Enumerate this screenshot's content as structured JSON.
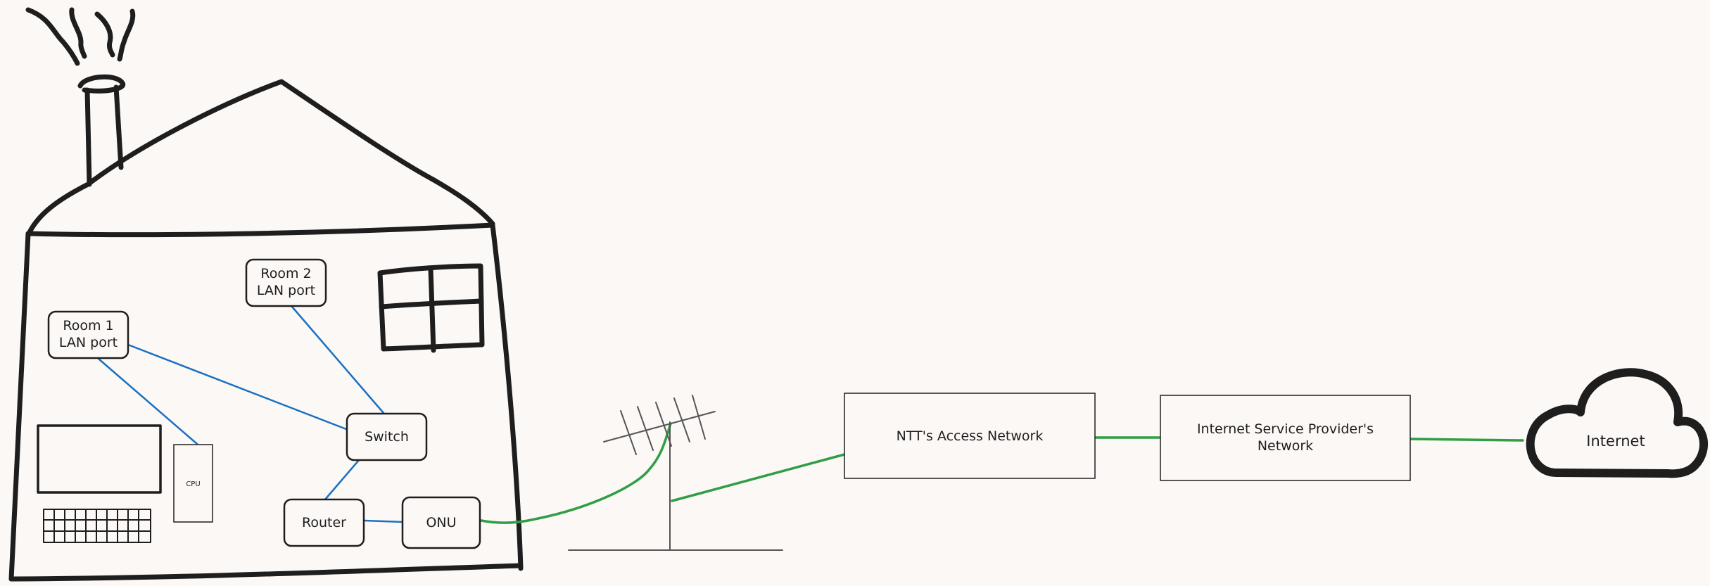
{
  "nodes": {
    "room1": {
      "line1": "Room 1",
      "line2": "LAN port"
    },
    "room2": {
      "line1": "Room 2",
      "line2": "LAN port"
    },
    "cpu": "CPU",
    "switch": "Switch",
    "router": "Router",
    "onu": "ONU",
    "ntt": "NTT's Access Network",
    "isp": {
      "line1": "Internet Service Provider's",
      "line2": "Network"
    },
    "internet": "Internet"
  },
  "colors": {
    "ink": "#1e1e1e",
    "lan_link": "#1971c2",
    "wan_link": "#2f9e44",
    "background": "#fcf8f6"
  },
  "edges": [
    {
      "from": "room1",
      "to": "switch",
      "kind": "lan"
    },
    {
      "from": "room1",
      "to": "cpu",
      "kind": "lan"
    },
    {
      "from": "room2",
      "to": "switch",
      "kind": "lan"
    },
    {
      "from": "switch",
      "to": "router",
      "kind": "lan"
    },
    {
      "from": "router",
      "to": "onu",
      "kind": "lan"
    },
    {
      "from": "onu",
      "to": "antenna",
      "kind": "wan"
    },
    {
      "from": "antenna",
      "to": "ntt",
      "kind": "wan"
    },
    {
      "from": "ntt",
      "to": "isp",
      "kind": "wan"
    },
    {
      "from": "isp",
      "to": "internet",
      "kind": "wan"
    }
  ]
}
